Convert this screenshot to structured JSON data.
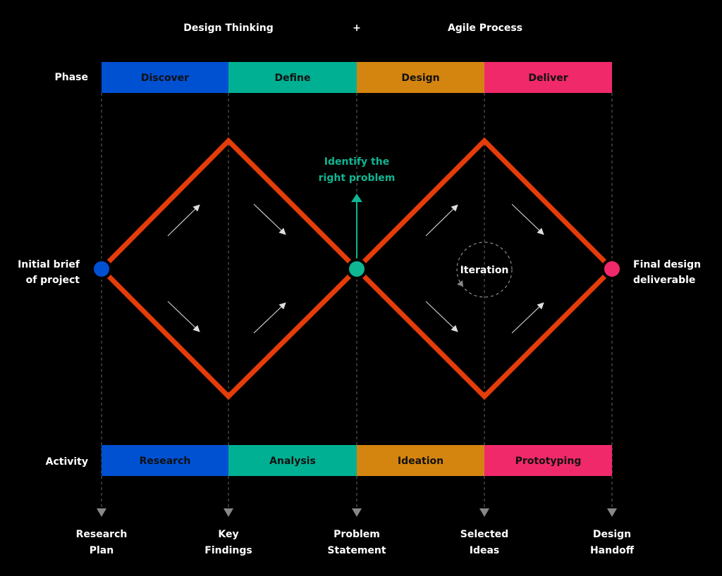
{
  "header": {
    "left": "Design Thinking",
    "plus": "+",
    "right": "Agile Process"
  },
  "phase": {
    "label": "Phase",
    "items": [
      {
        "label": "Discover",
        "color": "#0050d2"
      },
      {
        "label": "Define",
        "color": "#00b092"
      },
      {
        "label": "Design",
        "color": "#d4850f"
      },
      {
        "label": "Deliver",
        "color": "#f0296a"
      }
    ]
  },
  "activity": {
    "label": "Activity",
    "items": [
      {
        "label": "Research",
        "color": "#0050d2"
      },
      {
        "label": "Analysis",
        "color": "#00b092"
      },
      {
        "label": "Ideation",
        "color": "#d4850f"
      },
      {
        "label": "Prototyping",
        "color": "#f0296a"
      }
    ]
  },
  "start": {
    "line1": "Initial brief",
    "line2": "of project",
    "color": "#0050d2"
  },
  "end": {
    "line1": "Final design",
    "line2": "deliverable",
    "color": "#f0296a"
  },
  "center": {
    "line1": "Identify the",
    "line2": "right problem",
    "color": "#10b592"
  },
  "iteration": "Iteration",
  "diamond_color": "#e53c0a",
  "outputs": [
    {
      "line1": "Research",
      "line2": "Plan"
    },
    {
      "line1": "Key",
      "line2": "Findings"
    },
    {
      "line1": "Problem",
      "line2": "Statement"
    },
    {
      "line1": "Selected",
      "line2": "Ideas"
    },
    {
      "line1": "Design",
      "line2": "Handoff"
    }
  ]
}
